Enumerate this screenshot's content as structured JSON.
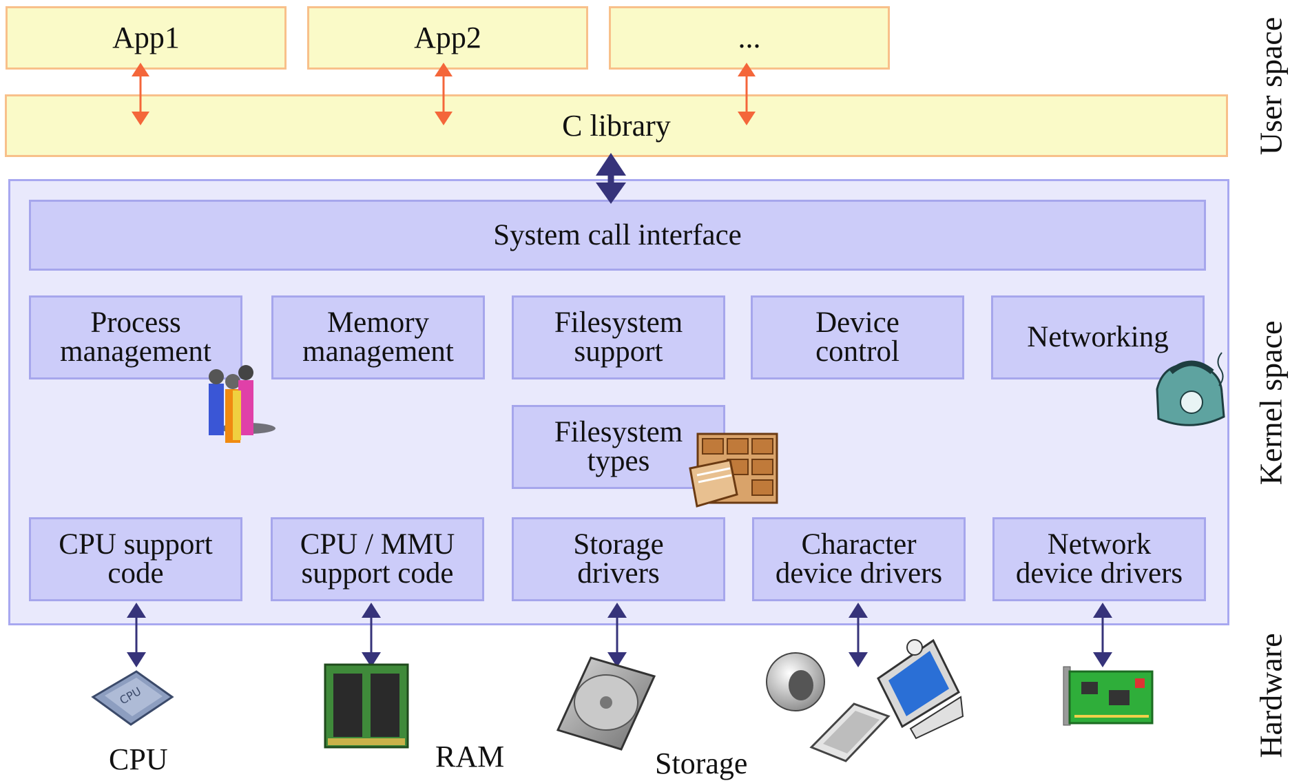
{
  "user_space": {
    "apps": [
      "App1",
      "App2",
      "..."
    ],
    "c_library": "C library"
  },
  "kernel": {
    "syscall": "System call interface",
    "subsystems": [
      {
        "line1": "Process",
        "line2": "management"
      },
      {
        "line1": "Memory",
        "line2": "management"
      },
      {
        "line1": "Filesystem",
        "line2": "support"
      },
      {
        "line1": "Device",
        "line2": "control"
      },
      {
        "line1": "Networking",
        "line2": ""
      }
    ],
    "fs_types": {
      "line1": "Filesystem",
      "line2": "types"
    },
    "drivers": [
      {
        "line1": "CPU support",
        "line2": "code"
      },
      {
        "line1": "CPU / MMU",
        "line2": "support code"
      },
      {
        "line1": "Storage",
        "line2": "drivers"
      },
      {
        "line1": "Character",
        "line2": "device drivers"
      },
      {
        "line1": "Network",
        "line2": "device drivers"
      }
    ]
  },
  "hardware": {
    "labels": [
      "CPU",
      "RAM",
      "Storage"
    ],
    "cpu_chip_text": "CPU"
  },
  "layers": {
    "user": "User space",
    "kernel": "Kernel space",
    "hardware": "Hardware"
  },
  "colors": {
    "user_fill": "#fafac8",
    "user_border": "#f8c08a",
    "kernel_fill": "#ccccf9",
    "kernel_border": "#a6a6ec",
    "user_arrow": "#f4663a",
    "kernel_arrow": "#36337a"
  },
  "icons": [
    "people-icon",
    "telephone-icon",
    "file-cabinet-icon",
    "cpu-chip-icon",
    "ram-module-icon",
    "hard-disk-icon",
    "speaker-icon",
    "keyboard-icon",
    "monitor-icon",
    "network-card-icon"
  ]
}
